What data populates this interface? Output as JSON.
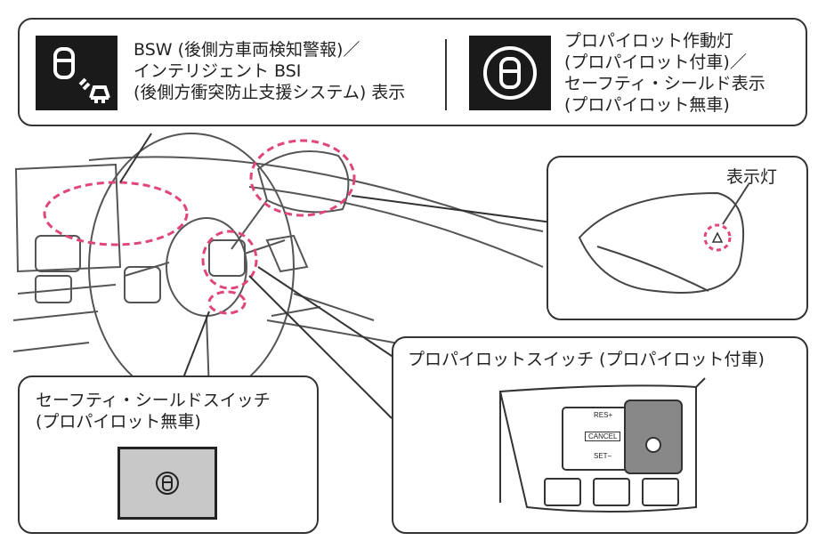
{
  "top_callout": {
    "left_lines": [
      "BSW (後側方車両検知警報)／",
      "インテリジェント BSI",
      "(後側方衝突防止支援システム) 表示"
    ],
    "right_lines": [
      "プロパイロット作動灯",
      "(プロパイロット付車)／",
      "セーフティ・シールド表示",
      "(プロパイロット無車)"
    ]
  },
  "mirror_callout": {
    "label": "表示灯"
  },
  "shield_callout": {
    "lines": [
      "セーフティ・シールドスイッチ",
      "(プロパイロット無車)"
    ]
  },
  "propilot_callout": {
    "title": "プロパイロットスイッチ (プロパイロット付車)",
    "buttons": {
      "res": "RES+",
      "cancel": "CANCEL",
      "set": "SET−"
    }
  },
  "colors": {
    "highlight": "#e0457b",
    "line": "#333333",
    "tile": "#1a1a1a"
  },
  "icons": [
    "bsw-indicator-icon",
    "propilot-indicator-icon",
    "mirror-warning-icon",
    "safety-shield-switch-icon"
  ]
}
